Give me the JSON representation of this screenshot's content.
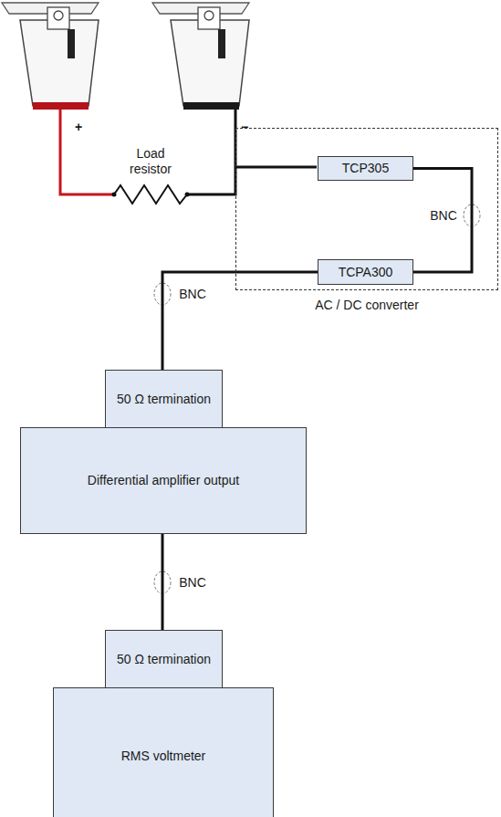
{
  "diagram": {
    "nodes": [
      {
        "text": [
          "AC / DC converter"
        ]
      },
      {
        "text": [
          "TCP305"
        ],
        "in": 0
      },
      {
        "text": [
          "TCPA300"
        ],
        "in": 0
      },
      {
        "text": [
          "50 Ω termination"
        ]
      },
      {
        "text": [
          "Differential amplifier output"
        ]
      },
      {
        "text": [
          "50 Ω termination"
        ]
      },
      {
        "text": [
          "RMS voltmeter"
        ]
      }
    ],
    "edges": [
      {
        "from": 1,
        "to": 2,
        "arrow": "none",
        "label": "BNC"
      },
      {
        "from": 2,
        "to": 3,
        "arrow": "none",
        "label": "BNC"
      },
      {
        "from": 4,
        "to": 5,
        "arrow": "none",
        "label": "BNC"
      }
    ],
    "labels": [
      "+",
      "−",
      "Load resistor"
    ]
  }
}
